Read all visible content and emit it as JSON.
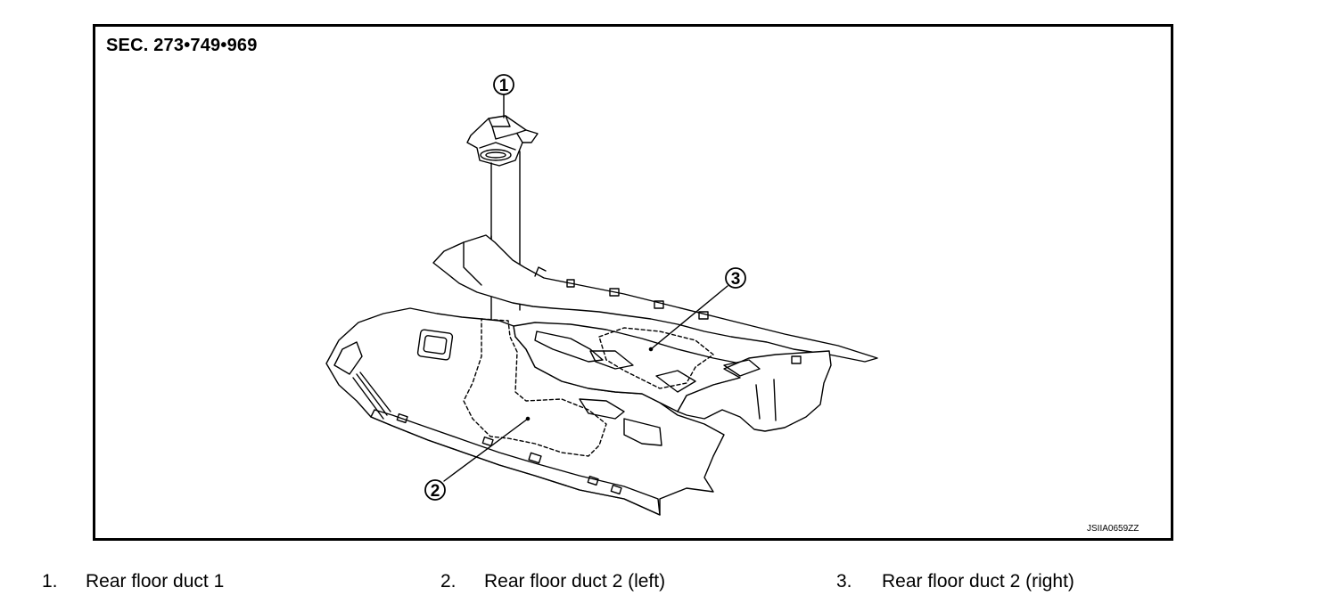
{
  "header": {
    "section_ref": "SEC. 273•749•969"
  },
  "figure": {
    "code": "JSIIA0659ZZ",
    "callouts": [
      "1",
      "2",
      "3"
    ]
  },
  "legend": [
    {
      "num": "1.",
      "label": "Rear floor duct 1"
    },
    {
      "num": "2.",
      "label": "Rear floor duct 2 (left)"
    },
    {
      "num": "3.",
      "label": "Rear floor duct 2 (right)"
    }
  ]
}
